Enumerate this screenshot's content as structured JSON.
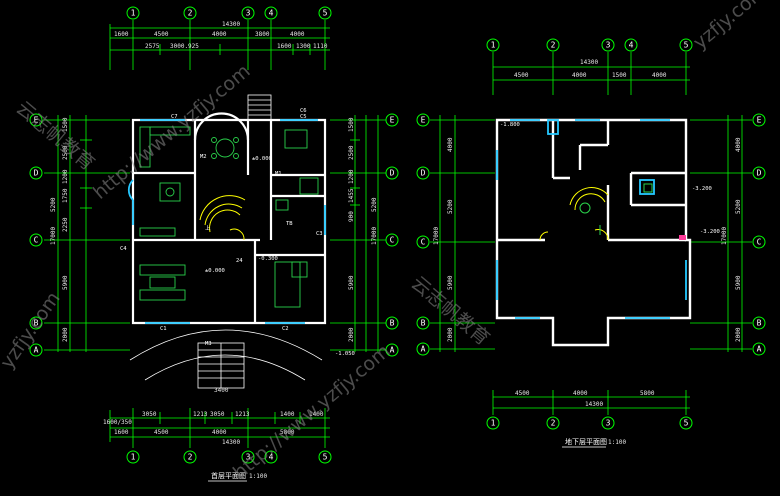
{
  "left_plan": {
    "title": "首层平面图",
    "scale": "1:100",
    "top_axes": [
      "1",
      "2",
      "3",
      "4",
      "5"
    ],
    "left_axes": [
      "E",
      "D",
      "C",
      "B",
      "A"
    ],
    "right_axes": [
      "E",
      "D",
      "C",
      "B",
      "A"
    ],
    "bottom_axes": [
      "1",
      "2",
      "3",
      "4",
      "5"
    ],
    "dim_top_total": "14300",
    "dim_top_row1": [
      "1600",
      "4500",
      "4000",
      "3800",
      "4000"
    ],
    "dim_top_row2": [
      "2575",
      "3000.925",
      "1600",
      "1300",
      "1110"
    ],
    "dim_bottom_row1": [
      "1600/350",
      "3050",
      "1213",
      "3050",
      "1213",
      "1400",
      "1400"
    ],
    "dim_bottom_row2": [
      "1600",
      "4500",
      "4000",
      "5800"
    ],
    "dim_bottom_total": "14300",
    "stair_dim": "3400",
    "dim_left": [
      "1500",
      "2500",
      "1200",
      "1750",
      "2250",
      "5900",
      "2000",
      "17000",
      "5200"
    ],
    "dim_right": [
      "1500",
      "2500",
      "1200",
      "1455",
      "900",
      "5900",
      "2000",
      "17000",
      "5200"
    ],
    "labels": {
      "c7": "C7",
      "m2": "M2",
      "c5": "C5",
      "c6": "C6",
      "c4": "C4",
      "c1": "C1",
      "c2": "C2",
      "c3": "C3",
      "m1": "M1",
      "m3": "M3",
      "up": "上",
      "tb": "TB",
      "lv1": "±0.000",
      "lv2": "±0.000",
      "lv3": "-0.300",
      "lv4": "-1.050",
      "n24": "24"
    }
  },
  "right_plan": {
    "title": "地下层平面图",
    "scale": "1:100",
    "top_axes": [
      "1",
      "2",
      "3",
      "4",
      "5"
    ],
    "left_axes": [
      "E",
      "D",
      "C",
      "B",
      "A"
    ],
    "right_axes": [
      "E",
      "D",
      "C",
      "B",
      "A"
    ],
    "bottom_axes": [
      "1",
      "2",
      "3",
      "5"
    ],
    "dim_top_total": "14300",
    "dim_top_row1": [
      "4500",
      "4000",
      "1500",
      "4000"
    ],
    "dim_bottom_row1": [
      "4500",
      "4000",
      "5800"
    ],
    "dim_bottom_total": "14300",
    "dim_left": [
      "4000",
      "5200",
      "17000",
      "5900",
      "2000"
    ],
    "dim_right": [
      "4000",
      "5200",
      "17000",
      "5900",
      "2000"
    ],
    "levels": [
      "-1.800",
      "-3.200",
      "-3.200"
    ]
  },
  "watermarks": [
    "云志帆教育",
    "http://www.yzfjy.com",
    "yzfjy.com",
    "云志帆教育",
    "http://www.yzfjy.com",
    "yzfjy.com"
  ],
  "colors": {
    "wall": "#ffffff",
    "wall_hi": "#25c8ff",
    "dim": "#00ff00",
    "grid": "#ffffff",
    "furniture": "#2ad24b",
    "stair": "#ffff00",
    "pink": "#ff3c9a"
  }
}
